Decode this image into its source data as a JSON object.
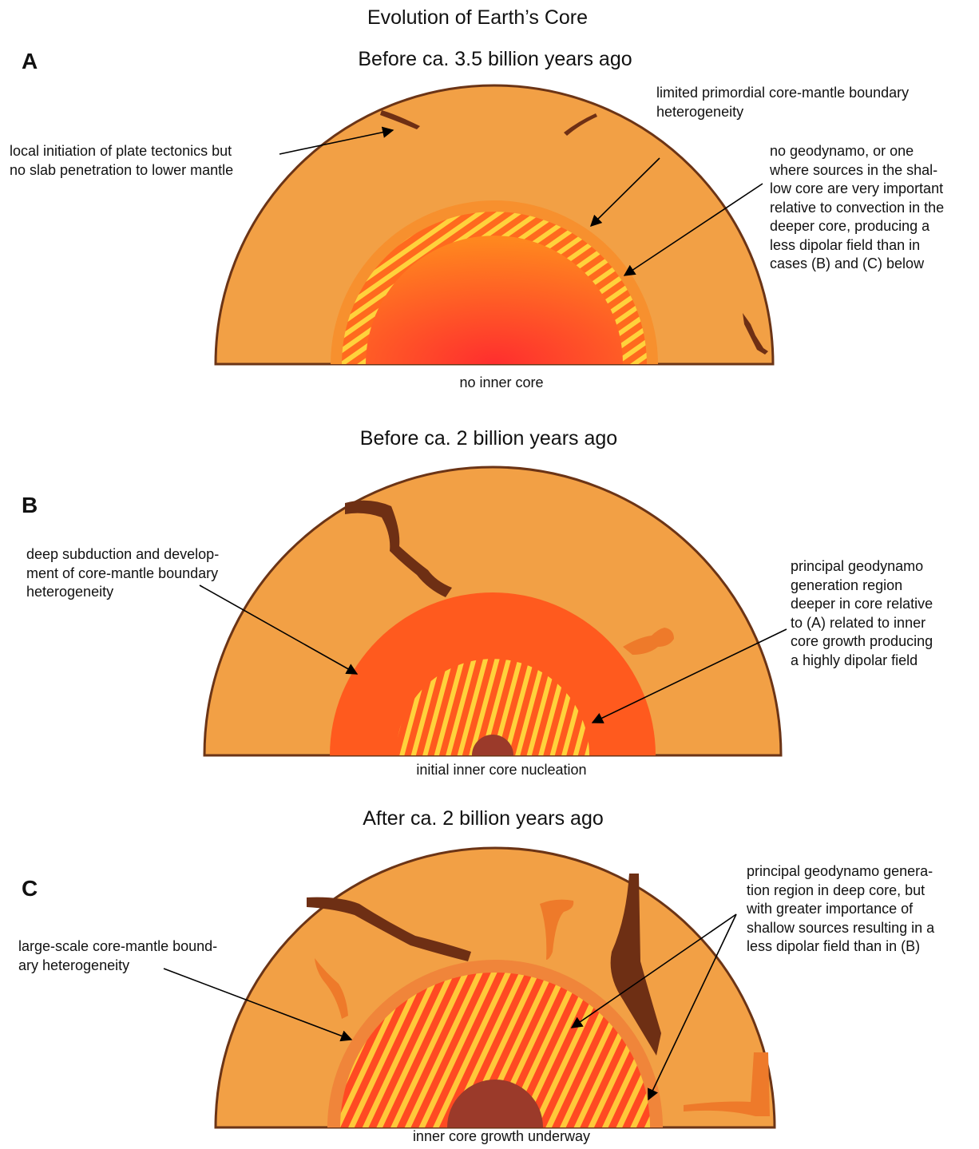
{
  "title": "Evolution of Earth’s Core",
  "colors": {
    "mantle": "#f2a045",
    "mantle_edge": "#6b3416",
    "slab": "#6e2f14",
    "outer_core": "#ff5a1e",
    "core_stripe": "#ffd23c",
    "inner_core": "#9b3a2a"
  },
  "panels": [
    {
      "letter": "A",
      "heading": "Before ca. 3.5 billion years ago",
      "caption": "no inner core",
      "annotations": [
        "local initiation of plate tectonics but\nno slab penetration to lower mantle",
        "limited primordial core-mantle boundary\nheterogeneity",
        "no geodynamo, or one\nwhere sources in the shal-\nlow core are very important\nrelative to convection in the\ndeeper core, producing a\nless dipolar field than in\ncases (B) and (C) below"
      ]
    },
    {
      "letter": "B",
      "heading": "Before ca. 2 billion years ago",
      "caption": "initial inner core nucleation",
      "annotations": [
        "deep subduction and develop-\nment of core-mantle boundary\nheterogeneity",
        "principal geodynamo\ngeneration region\ndeeper in core relative\nto (A) related to inner\ncore growth producing\na highly dipolar field"
      ]
    },
    {
      "letter": "C",
      "heading": "After ca. 2 billion years ago",
      "caption": "inner core growth underway",
      "annotations": [
        "large-scale core-mantle bound-\nary heterogeneity",
        "principal geodynamo genera-\ntion region in deep core, but\nwith greater importance of\nshallow sources resulting in a\nless dipolar field than in (B)"
      ]
    }
  ]
}
